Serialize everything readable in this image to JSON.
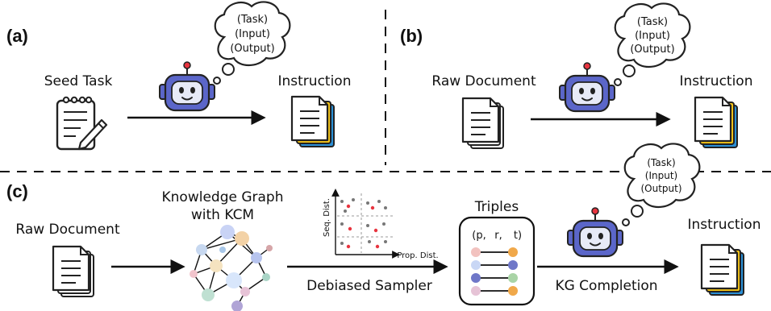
{
  "panels": {
    "a": {
      "tag": "(a)",
      "input_label": "Seed Task",
      "output_label": "Instruction",
      "thought": [
        "(Task)",
        "(Input)",
        "(Output)"
      ]
    },
    "b": {
      "tag": "(b)",
      "input_label": "Raw Document",
      "output_label": "Instruction",
      "thought": [
        "(Task)",
        "(Input)",
        "(Output)"
      ]
    },
    "c": {
      "tag": "(c)",
      "input_label": "Raw Document",
      "kg_label_line1": "Knowledge Graph",
      "kg_label_line2": "with KCM",
      "sampler_label": "Debiased Sampler",
      "scatter_ylabel": "Seq. Dist.",
      "scatter_xlabel": "Prop. Dist.",
      "triples_label": "Triples",
      "triples_header": [
        "(p,",
        "r,",
        "t)"
      ],
      "completion_label": "KG Completion",
      "output_label": "Instruction",
      "thought": [
        "(Task)",
        "(Input)",
        "(Output)"
      ]
    }
  },
  "colors": {
    "highlight_red": "#e8343f",
    "text_dark": "#111111",
    "robot_body": "#5b66c9",
    "robot_face": "#e7eaf7",
    "doc_yellow": "#f5c518",
    "doc_blue": "#2a8fd6"
  },
  "icons": [
    "notepad-icon",
    "robot-icon",
    "document-stack-icon",
    "thought-cloud-icon",
    "knowledge-graph-icon",
    "scatter-plot-icon",
    "triples-table-icon"
  ]
}
